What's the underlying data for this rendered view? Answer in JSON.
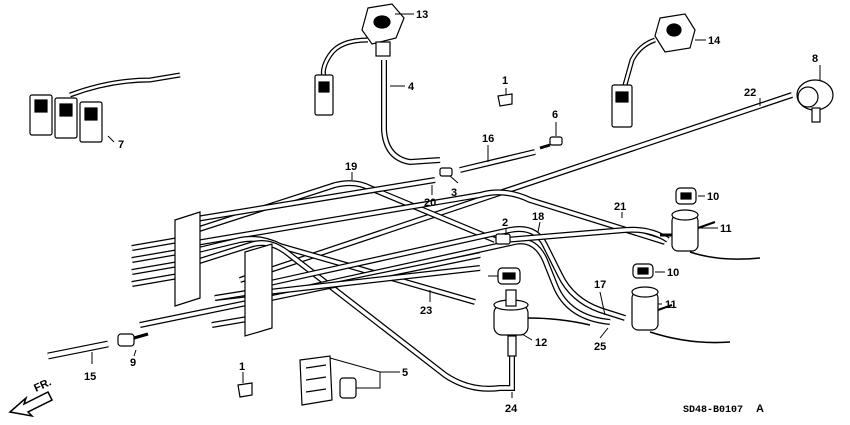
{
  "diagram": {
    "part_numbers": [
      "1",
      "1",
      "2",
      "3",
      "4",
      "5",
      "6",
      "7",
      "8",
      "9",
      "10",
      "10",
      "11",
      "11",
      "12",
      "13",
      "14",
      "15",
      "16",
      "17",
      "18",
      "19",
      "20",
      "21",
      "22",
      "23",
      "24",
      "25"
    ],
    "drawing_code": "SD48-B0107",
    "revision": "A",
    "direction_label": "FR."
  }
}
